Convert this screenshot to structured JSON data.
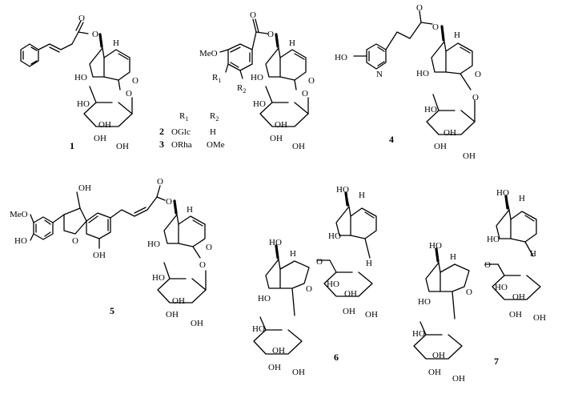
{
  "compounds": [
    {
      "id": "c1",
      "number": "1",
      "labels": {
        "ho1": "HO",
        "h": "H",
        "ho2": "HO",
        "oh1": "OH",
        "oh2": "OH",
        "oh3": "OH",
        "o1": "O",
        "o2": "O",
        "o3": "O",
        "o4": "O"
      }
    },
    {
      "id": "c2",
      "number": "2",
      "labels": {
        "meo": "MeO",
        "r1": "R",
        "r1sub": "1",
        "r2": "R",
        "r2sub": "2",
        "h": "H",
        "ho1": "HO",
        "ho2": "HO",
        "oh1": "OH",
        "oh2": "OH",
        "oh3": "OH",
        "o1": "O",
        "o2": "O",
        "o3": "O",
        "o4": "O"
      }
    },
    {
      "id": "c3",
      "number": "3"
    },
    {
      "id": "c4",
      "number": "4",
      "labels": {
        "ho": "HO",
        "n": "N",
        "h": "H",
        "ho1": "HO",
        "ho2": "HO",
        "oh1": "OH",
        "oh2": "OH",
        "oh3": "OH",
        "o1": "O",
        "o2": "O",
        "o3": "O",
        "o4": "O"
      }
    },
    {
      "id": "c5",
      "number": "5",
      "labels": {
        "oh_top": "OH",
        "meo": "MeO",
        "ho_ring": "HO",
        "o_furan": "O",
        "oh_arom": "OH",
        "h": "H",
        "ho1": "HO",
        "ho2": "HO",
        "oh1": "OH",
        "oh2": "OH",
        "oh3": "OH",
        "o1": "O",
        "o2": "O",
        "o3": "O",
        "o4": "O"
      }
    },
    {
      "id": "c6",
      "number": "6",
      "labels": {
        "ho_a": "HO",
        "h_a": "H",
        "ho_b": "HO",
        "ho_c": "HO",
        "h_c": "H",
        "o_lnk": "O",
        "o_pyr": "O",
        "ho_d": "HO",
        "ho_g1": "HO",
        "oh_g1a": "OH",
        "oh_g1b": "OH",
        "oh_g1c": "OH",
        "ho_g2": "HO",
        "oh_g2a": "OH",
        "oh_g2b": "OH",
        "oh_g2c": "OH",
        "h_b": "H"
      }
    },
    {
      "id": "c7",
      "number": "7",
      "labels": {
        "ho_a": "HO",
        "h_a": "H",
        "ho_b": "HO",
        "ho_c": "HO",
        "h_c": "H",
        "o_lnk": "O",
        "o_pyr": "O",
        "ho_d": "HO",
        "ho_g1": "HO",
        "oh_g1a": "OH",
        "oh_g1b": "OH",
        "oh_g1c": "OH",
        "ho_g2": "HO",
        "oh_g2a": "OH",
        "oh_g2b": "OH",
        "oh_g2c": "OH",
        "h_b": "H"
      }
    }
  ],
  "substituent_table": {
    "headers": [
      {
        "main": "R",
        "sub": "1"
      },
      {
        "main": "R",
        "sub": "2"
      }
    ],
    "rows": [
      {
        "compound": "2",
        "r1": "OGlc",
        "r2": "H"
      },
      {
        "compound": "3",
        "r1": "ORha",
        "r2": "OMe"
      }
    ]
  }
}
